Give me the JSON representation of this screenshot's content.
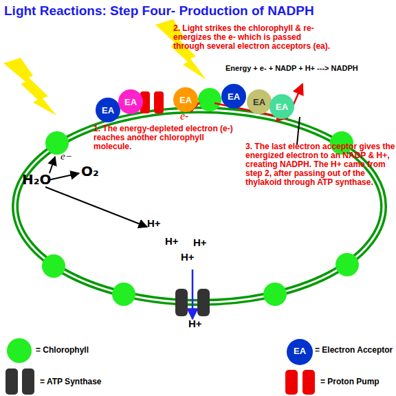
{
  "diagram": {
    "title": "Light Reactions: Step Four- Production of NADPH",
    "nodes": [
      {
        "text": [
          "EA"
        ]
      },
      {
        "text": [
          "EA"
        ]
      },
      {
        "text": [
          "EA"
        ]
      },
      {
        "text": [
          "EA"
        ]
      },
      {
        "text": [
          "EA"
        ]
      },
      {
        "text": [
          "EA"
        ]
      }
    ],
    "labels": [
      "2. Light strikes the chlorophyll & re-energizes the e- which is passed through several electron acceptors (ea).",
      "Energy + e- + NADP + H+ ---> NADPH",
      "e-",
      "e−",
      "1. The energy-depleted electron (e-) reaches another chlorophyll molecule.",
      "3. The last electron acceptor gives the energized electron to an NADP & H+, creating NADPH. The H+ came from step 2, after passing out of the thylakoid through ATP synthase.",
      "H₂O",
      "O₂",
      "H+",
      "H+",
      "H+",
      "H+",
      "H+",
      "EA"
    ],
    "legend": [
      {
        "text": "= Chlorophyll",
        "color": "#22ee22"
      },
      {
        "text": "= ATP Synthase",
        "color": "#333333"
      },
      {
        "text": "= Electron Acceptor",
        "color": "#0033cc"
      },
      {
        "text": "= Proton Pump",
        "color": "#ee0000"
      }
    ]
  }
}
